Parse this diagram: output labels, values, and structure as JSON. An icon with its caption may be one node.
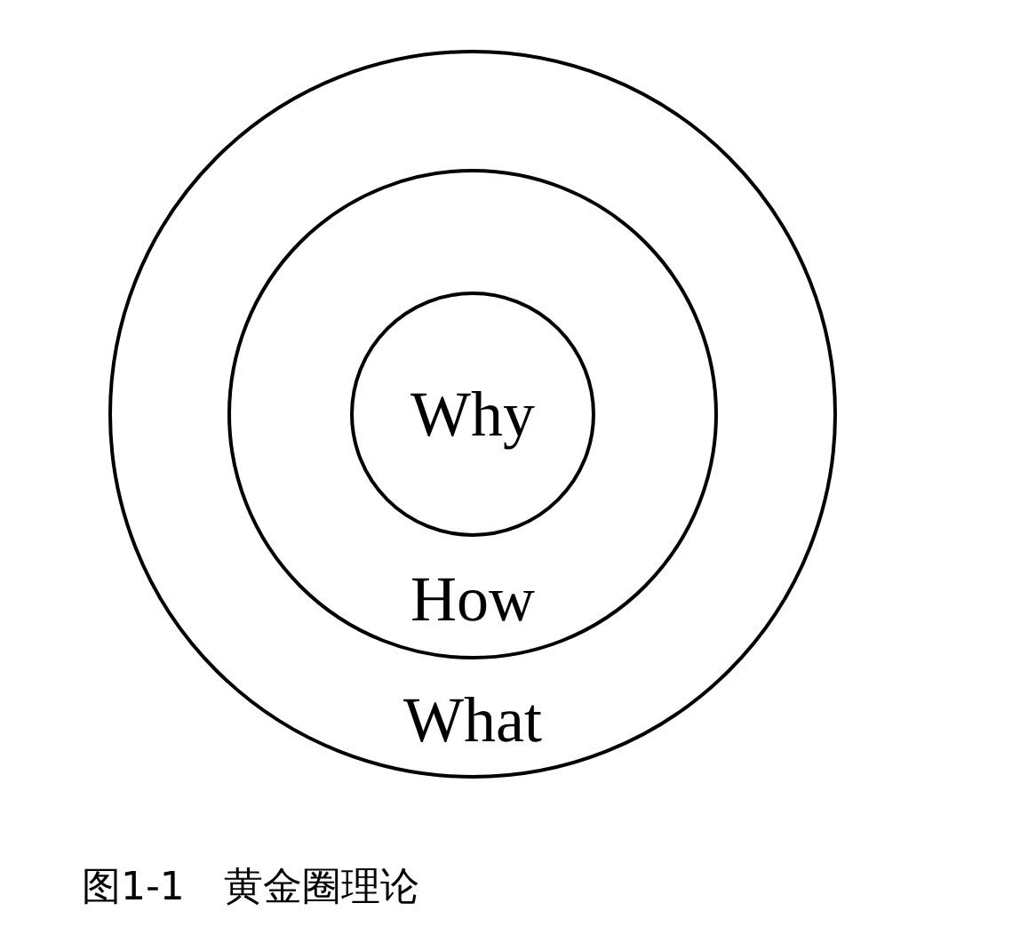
{
  "diagram": {
    "caption": "图1-1　黄金圈理论",
    "nodes": [
      {
        "text": [
          "What"
        ]
      },
      {
        "text": [
          "How"
        ],
        "in": 0
      },
      {
        "text": [
          "Why"
        ],
        "in": 1
      }
    ]
  }
}
